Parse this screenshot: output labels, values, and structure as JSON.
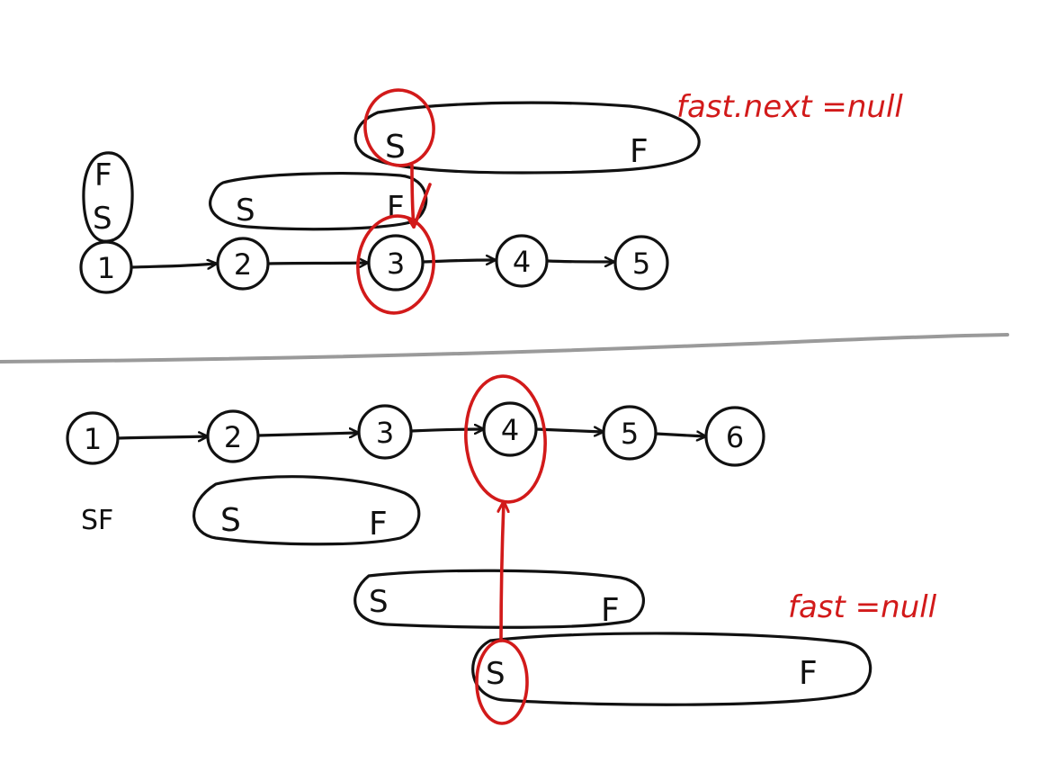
{
  "colors": {
    "ink": "#111111",
    "highlight": "#d21a1a",
    "divider": "#9a9a9a",
    "background": "#ffffff"
  },
  "top": {
    "nodes": [
      "1",
      "2",
      "3",
      "4",
      "5"
    ],
    "start_stack": {
      "fast": "F",
      "slow": "S"
    },
    "steps": [
      {
        "slow": "S",
        "fast": "F"
      },
      {
        "slow": "S",
        "fast": "F"
      }
    ],
    "annotation": "fast.next =null"
  },
  "bottom": {
    "nodes": [
      "1",
      "2",
      "3",
      "4",
      "5",
      "6"
    ],
    "start_label": "SF",
    "steps": [
      {
        "slow": "S",
        "fast": "F"
      },
      {
        "slow": "S",
        "fast": "F"
      },
      {
        "slow": "S",
        "fast": "F"
      }
    ],
    "annotation": "fast =null"
  }
}
